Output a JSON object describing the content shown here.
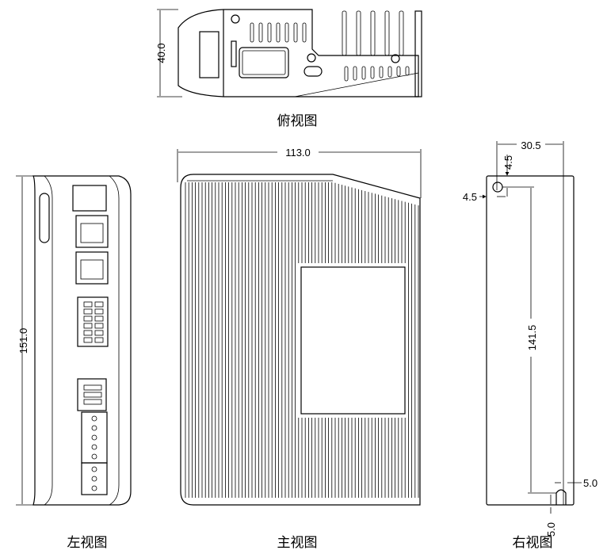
{
  "views": {
    "top": {
      "caption": "俯视图",
      "height_dim": "40.0"
    },
    "left": {
      "caption": "左视图",
      "height_dim": "151.0"
    },
    "main": {
      "caption": "主视图",
      "width_dim": "113.0"
    },
    "right": {
      "caption": "右视图",
      "width_dim": "30.5",
      "hole_top_offset": "4.5",
      "hole_left_offset": "4.5",
      "hole_spacing": "141.5",
      "slot_right_offset": "5.0",
      "slot_bottom_offset": "5.0"
    }
  }
}
